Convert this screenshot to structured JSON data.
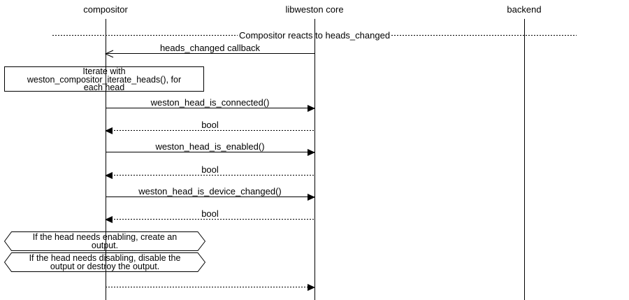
{
  "participants": [
    {
      "name": "compositor"
    },
    {
      "name": "libweston core"
    },
    {
      "name": "backend"
    }
  ],
  "divider": {
    "label": "Compositor reacts to heads_changed"
  },
  "messages": [
    {
      "label": "heads_changed callback"
    },
    {
      "label": "weston_head_is_connected()"
    },
    {
      "label": "bool"
    },
    {
      "label": "weston_head_is_enabled()"
    },
    {
      "label": "bool"
    },
    {
      "label": "weston_head_is_device_changed()"
    },
    {
      "label": "bool"
    }
  ],
  "notes": {
    "iterate": {
      "lines": [
        "Iterate with",
        "weston_compositor_iterate_heads(), for",
        "each head"
      ]
    },
    "enable": {
      "lines": [
        "If the head needs enabling, create an",
        "output."
      ]
    },
    "disable": {
      "lines": [
        "If the head needs disabling, disable the",
        "output or destroy the output."
      ]
    }
  },
  "colors": {
    "stroke": "#000000",
    "background": "#ffffff"
  }
}
